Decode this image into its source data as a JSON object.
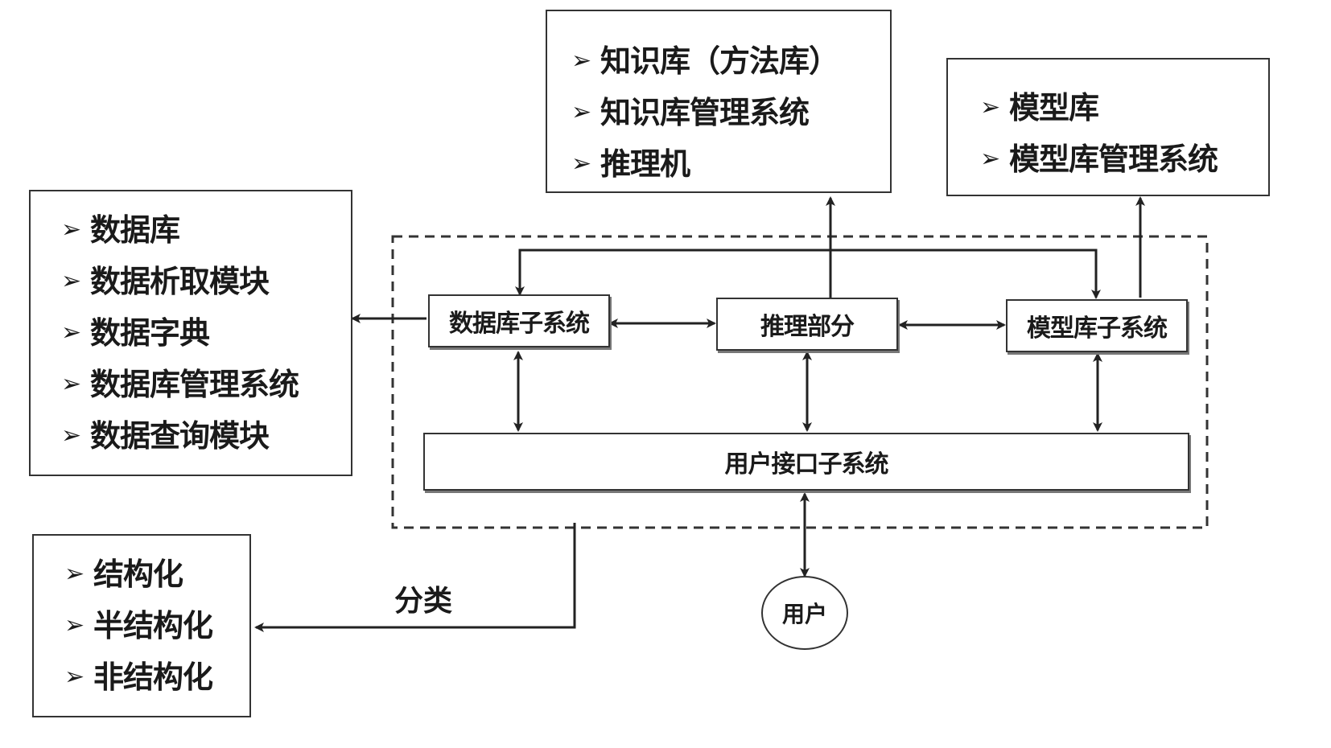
{
  "knowledge_box": {
    "items": [
      "知识库（方法库）",
      "知识库管理系统",
      "推理机"
    ]
  },
  "model_box": {
    "items": [
      "模型库",
      "模型库管理系统"
    ]
  },
  "database_box": {
    "items": [
      "数据库",
      "数据析取模块",
      "数据字典",
      "数据库管理系统",
      "数据查询模块"
    ]
  },
  "classification_box": {
    "items": [
      "结构化",
      "半结构化",
      "非结构化"
    ]
  },
  "nodes": {
    "database_subsystem": "数据库子系统",
    "inference": "推理部分",
    "model_subsystem": "模型库子系统",
    "user_interface": "用户接口子系统",
    "user": "用户"
  },
  "labels": {
    "classification": "分类"
  },
  "bullet_symbol": "➢"
}
